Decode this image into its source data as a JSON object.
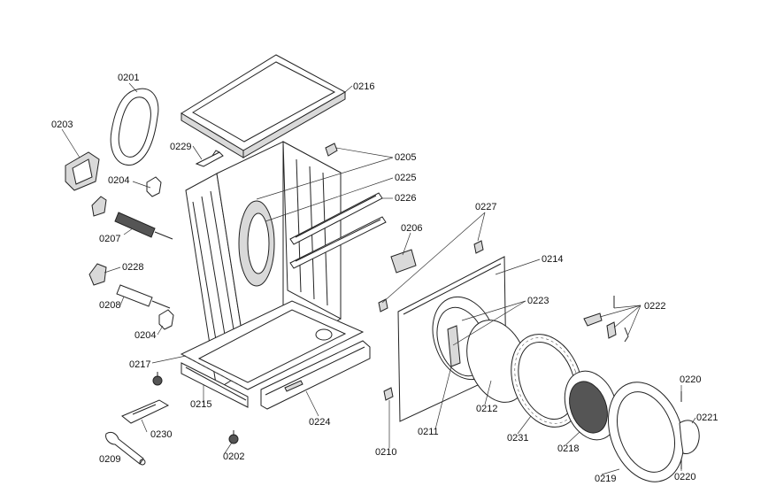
{
  "labels": {
    "l0201": "0201",
    "l0203": "0203",
    "l0204a": "0204",
    "l0207": "0207",
    "l0228": "0228",
    "l0208": "0208",
    "l0204b": "0204",
    "l0217": "0217",
    "l0215": "0215",
    "l0230": "0230",
    "l0209": "0209",
    "l0202": "0202",
    "l0229": "0229",
    "l0216": "0216",
    "l0205": "0205",
    "l0225": "0225",
    "l0226": "0226",
    "l0224": "0224",
    "l0206": "0206",
    "l0227": "0227",
    "l0214": "0214",
    "l0223": "0223",
    "l0210": "0210",
    "l0211": "0211",
    "l0212": "0212",
    "l0231": "0231",
    "l0218": "0218",
    "l0219": "0219",
    "l0222": "0222",
    "l0220a": "0220",
    "l0221": "0221",
    "l0220b": "0220"
  }
}
